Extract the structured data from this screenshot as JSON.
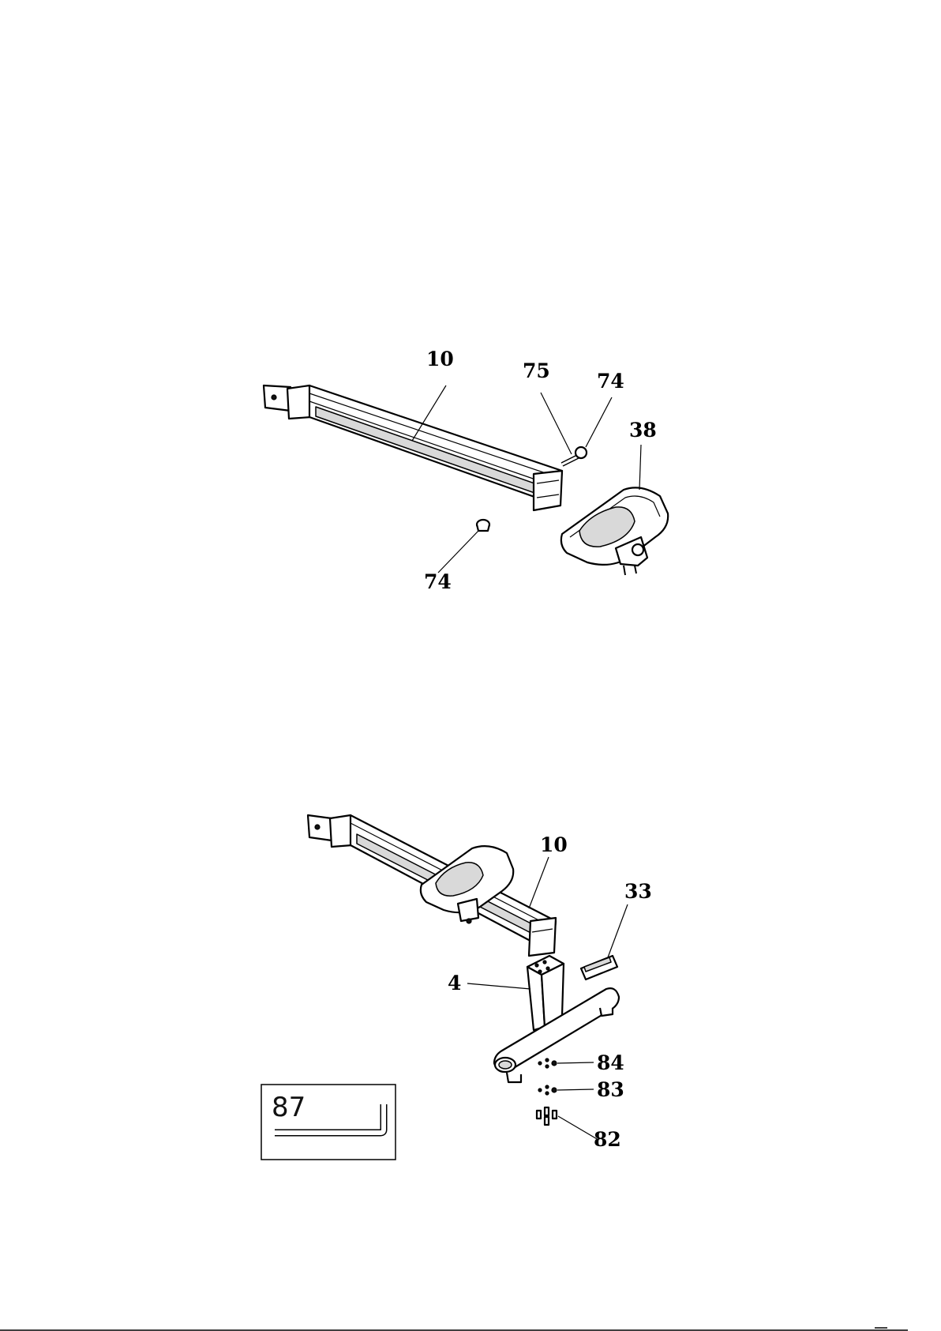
{
  "figure_top": {
    "labels": {
      "rail": "10",
      "bolt": "75",
      "washer_top": "74",
      "seat": "38",
      "washer_bottom": "74"
    }
  },
  "figure_bottom": {
    "labels": {
      "rail": "10",
      "end_cap": "33",
      "rear_stabilizer": "4",
      "washer_84": "84",
      "washer_83": "83",
      "bolt_82": "82"
    },
    "tool_box": {
      "label": "87",
      "tool": "allen-wrench"
    }
  }
}
